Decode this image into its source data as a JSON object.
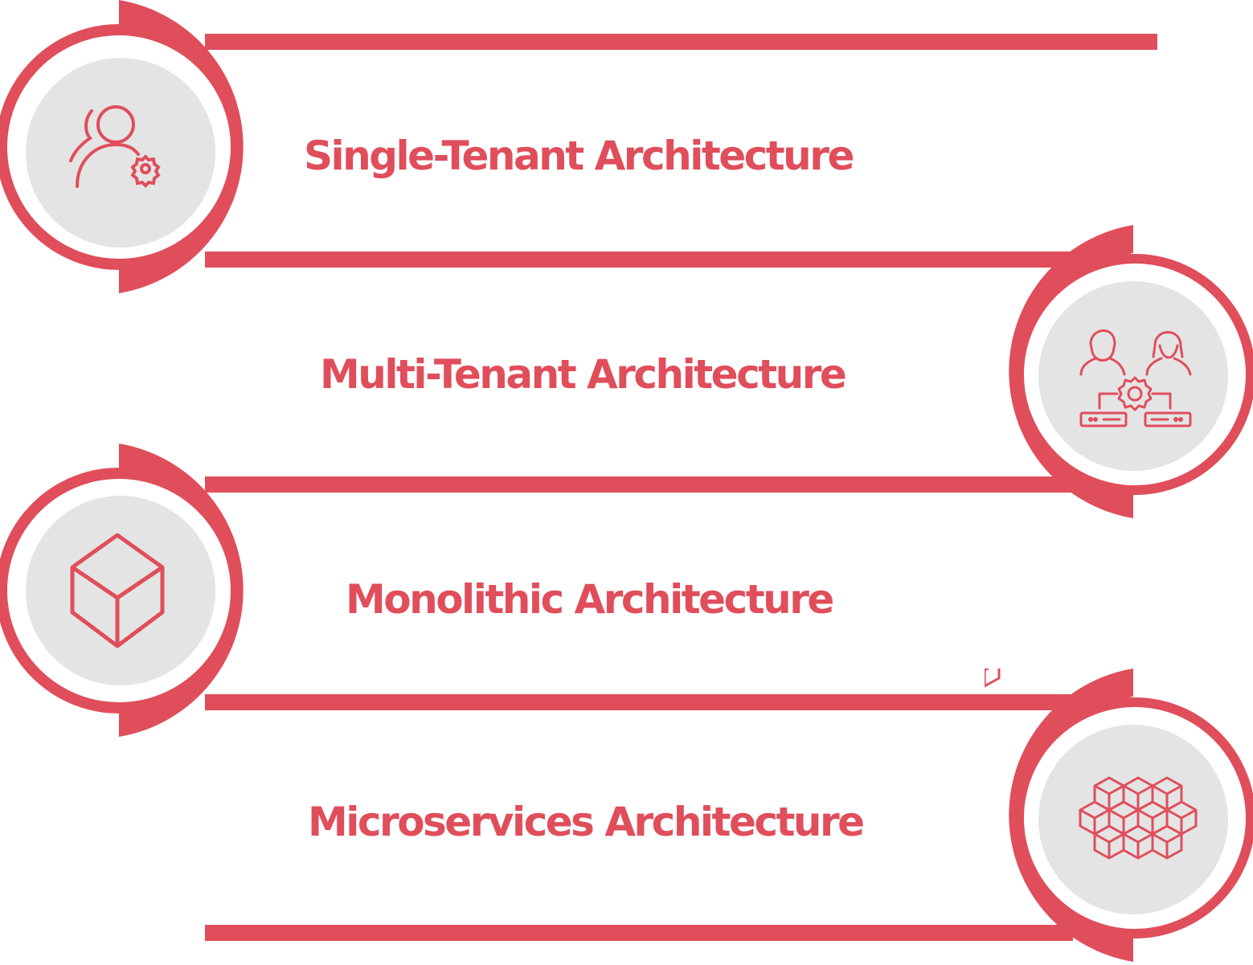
{
  "colors": {
    "accent": "#e04e5b",
    "circle_fill": "#e4e4e4",
    "background": "#ffffff"
  },
  "items": [
    {
      "title": "Single-Tenant Architecture",
      "icon": "user-gear-icon",
      "side": "left"
    },
    {
      "title": "Multi-Tenant Architecture",
      "icon": "team-gear-servers-icon",
      "side": "right"
    },
    {
      "title": "Monolithic Architecture",
      "icon": "cube-icon",
      "side": "left"
    },
    {
      "title": "Microservices Architecture",
      "icon": "cube-cluster-icon",
      "side": "right"
    }
  ]
}
